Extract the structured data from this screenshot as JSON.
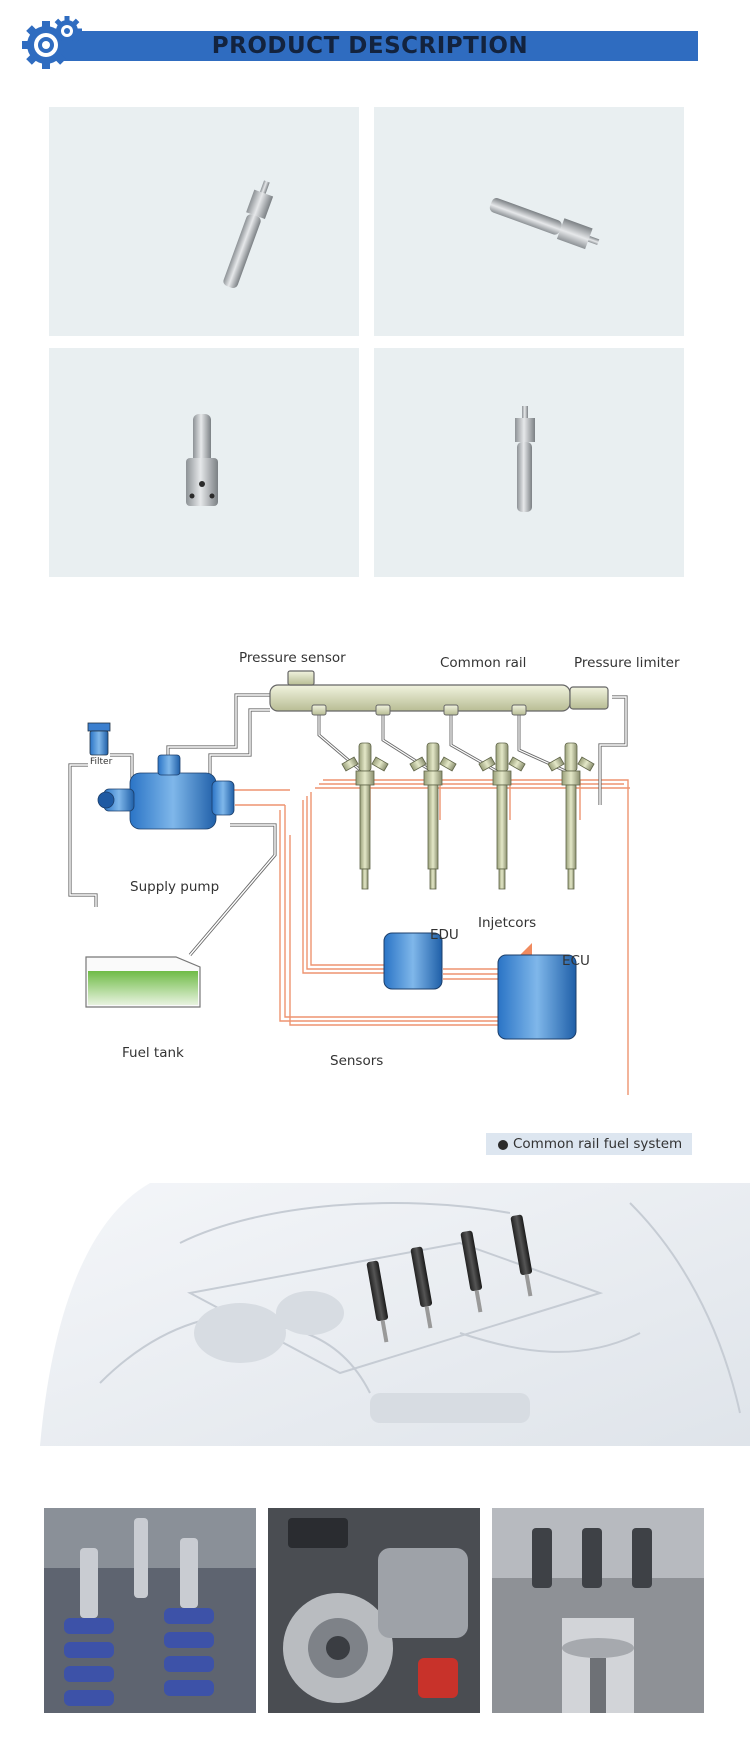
{
  "header": {
    "title": "PRODUCT DESCRIPTION",
    "logo_icon": "gear-icon",
    "accent": "#2f6cc0"
  },
  "diagram": {
    "labels": {
      "pressure_sensor": "Pressure sensor",
      "common_rail": "Common rail",
      "pressure_limiter": "Pressure limiter",
      "filter": "Filter",
      "supply_pump": "Supply pump",
      "injectors": "Injetcors",
      "edu": "EDU",
      "ecu": "ECU",
      "fuel_tank": "Fuel tank",
      "sensors": "Sensors"
    },
    "caption": "Common rail fuel system"
  }
}
